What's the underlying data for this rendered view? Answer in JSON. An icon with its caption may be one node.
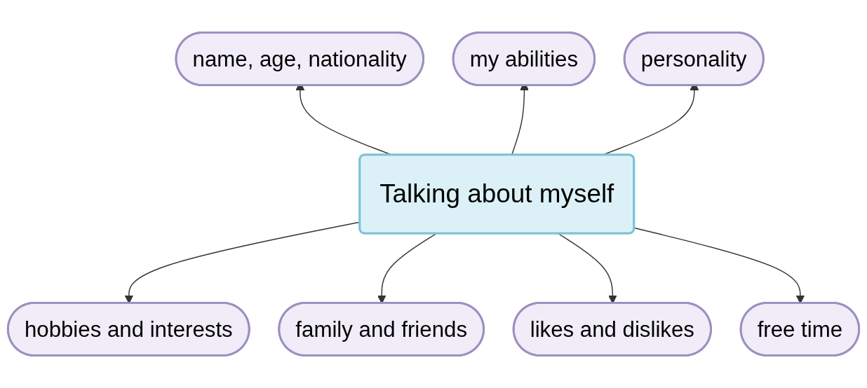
{
  "diagram": {
    "nodes": [
      {
        "text": [
          "name, age, nationality"
        ]
      },
      {
        "text": [
          "my abilities"
        ]
      },
      {
        "text": [
          "personality"
        ]
      },
      {
        "text": [
          "Talking about myself"
        ]
      },
      {
        "text": [
          "hobbies and interests"
        ]
      },
      {
        "text": [
          "family and friends"
        ]
      },
      {
        "text": [
          "likes and dislikes"
        ]
      },
      {
        "text": [
          "free time"
        ]
      }
    ],
    "edges": [
      {
        "from": 3,
        "to": 0,
        "arrow": "to"
      },
      {
        "from": 3,
        "to": 1,
        "arrow": "to"
      },
      {
        "from": 3,
        "to": 2,
        "arrow": "to"
      },
      {
        "from": 3,
        "to": 4,
        "arrow": "to"
      },
      {
        "from": 3,
        "to": 5,
        "arrow": "to"
      },
      {
        "from": 3,
        "to": 6,
        "arrow": "to"
      },
      {
        "from": 3,
        "to": 7,
        "arrow": "to"
      }
    ]
  }
}
